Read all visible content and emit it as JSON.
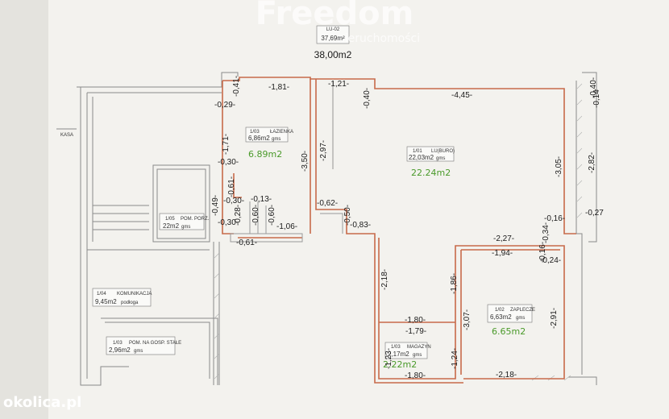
{
  "watermark": {
    "brand": "Freedom",
    "sub": "nieruchomości"
  },
  "header": {
    "code": "LU-02",
    "area_box": "37,69m²",
    "total": "38,00m2"
  },
  "side_label": "KASA",
  "rooms": [
    {
      "code": "1/03",
      "name": "ŁAZIENKA",
      "gross": "6,86m2",
      "unit": "gms",
      "area": "6.89m2"
    },
    {
      "code": "1/01",
      "name": "LU(BURO)",
      "gross": "22,03m2",
      "unit": "gms",
      "area": "22.24m2"
    },
    {
      "code": "1/05",
      "name": "POM. PORZ.",
      "gross": "22m2",
      "unit": "gms"
    },
    {
      "code": "1/04",
      "name": "KOMUNIKACJA",
      "gross": "9,45m2",
      "unit": "podłoga"
    },
    {
      "code": "1/03",
      "name": "POM. NA GOSP. STAŁE",
      "gross": "2,96m2",
      "unit": "gms"
    },
    {
      "code": "1/02",
      "name": "ZAPLECZE",
      "gross": "6,63m2",
      "unit": "gms",
      "area": "6.65m2"
    },
    {
      "code": "1/03",
      "name": "MAGAZYN",
      "gross": "2,17m2",
      "unit": "gms",
      "area": "2.22m2"
    }
  ],
  "dims": [
    "-0,41-",
    "-1,81-",
    "-1,21-",
    "-0,40-",
    "-4,45-",
    "-0,40-",
    "-0,14",
    "-0,29-",
    "-1,71-",
    "-3,50-",
    "-2,97-",
    "-3,05-",
    "-2,82-",
    "-0,30-",
    "-0,61-",
    "-0,30-",
    "-0,13-",
    "-0,49-",
    "-0,28-",
    "-0,60-",
    "-0,60-",
    "-0,30-",
    "-1,06-",
    "-0,62-",
    "-0,50-",
    "-0,83-",
    "-0,16-",
    "-0,27",
    "-2,27-",
    "-0,34-",
    "-0,61-",
    "-1,94-",
    "-0,16-",
    "-0,24-",
    "-2,18-",
    "-1,86-",
    "-1,80-",
    "-3,07-",
    "-2,91-",
    "-1,79-",
    "-1,23-",
    "-1,24-",
    "-1,80-",
    "-2,18-"
  ],
  "logo": "okolica.pl"
}
